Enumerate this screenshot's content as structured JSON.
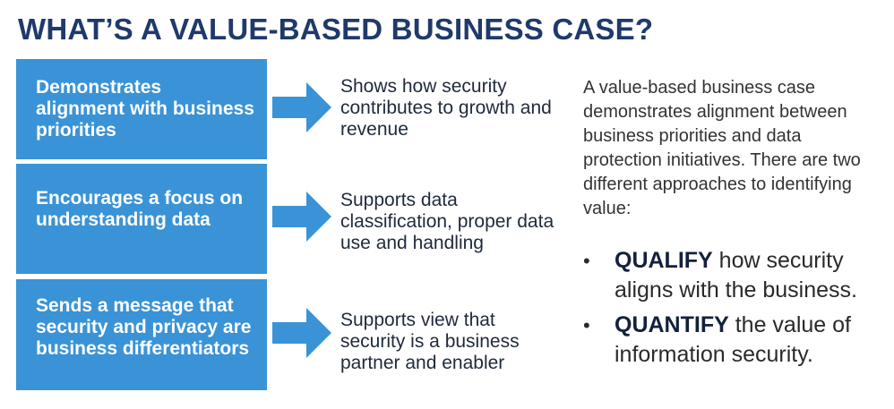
{
  "title": "WHAT’S A VALUE-BASED BUSINESS CASE?",
  "colors": {
    "title": "#1f3a6a",
    "box": "#3a93d6",
    "arrow": "#3a93d6"
  },
  "rows": [
    {
      "box": "Demonstrates alignment with business priorities",
      "result": "Shows how security contributes to growth and revenue"
    },
    {
      "box": "Encourages a focus on understanding data",
      "result": "Supports data classification, proper data use and handling"
    },
    {
      "box": "Sends a message that security and privacy are business differentiators",
      "result": "Supports view that security is a business partner and enabler"
    }
  ],
  "intro": "A value-based business case demonstrates alignment between business priorities and data protection initiatives. There are two different approaches to identifying value:",
  "bullets": [
    {
      "bullet": "•",
      "keyword": "QUALIFY",
      "text": " how security aligns with the business."
    },
    {
      "bullet": "•",
      "keyword": "QUANTIFY",
      "text": " the value of information security."
    }
  ]
}
